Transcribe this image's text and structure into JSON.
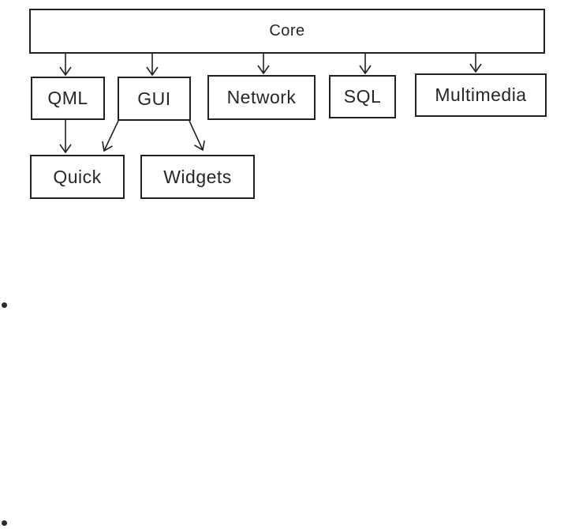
{
  "diagram": {
    "type": "tree",
    "nodes": {
      "core": {
        "label": "Core"
      },
      "qml": {
        "label": "QML"
      },
      "gui": {
        "label": "GUI"
      },
      "network": {
        "label": "Network"
      },
      "sql": {
        "label": "SQL"
      },
      "multimedia": {
        "label": "Multimedia"
      },
      "quick": {
        "label": "Quick"
      },
      "widgets": {
        "label": "Widgets"
      }
    },
    "edges": [
      {
        "from": "core",
        "to": "qml"
      },
      {
        "from": "core",
        "to": "gui"
      },
      {
        "from": "core",
        "to": "network"
      },
      {
        "from": "core",
        "to": "sql"
      },
      {
        "from": "core",
        "to": "multimedia"
      },
      {
        "from": "qml",
        "to": "quick"
      },
      {
        "from": "gui",
        "to": "quick"
      },
      {
        "from": "gui",
        "to": "widgets"
      }
    ],
    "colors": {
      "box_border": "#212121",
      "box_fill": "#ffffff",
      "text": "#262626",
      "arrow": "#212121",
      "background": "#ffffff"
    }
  },
  "bullets": [
    {
      "icon": "bullet-dot"
    },
    {
      "icon": "bullet-dot"
    }
  ]
}
